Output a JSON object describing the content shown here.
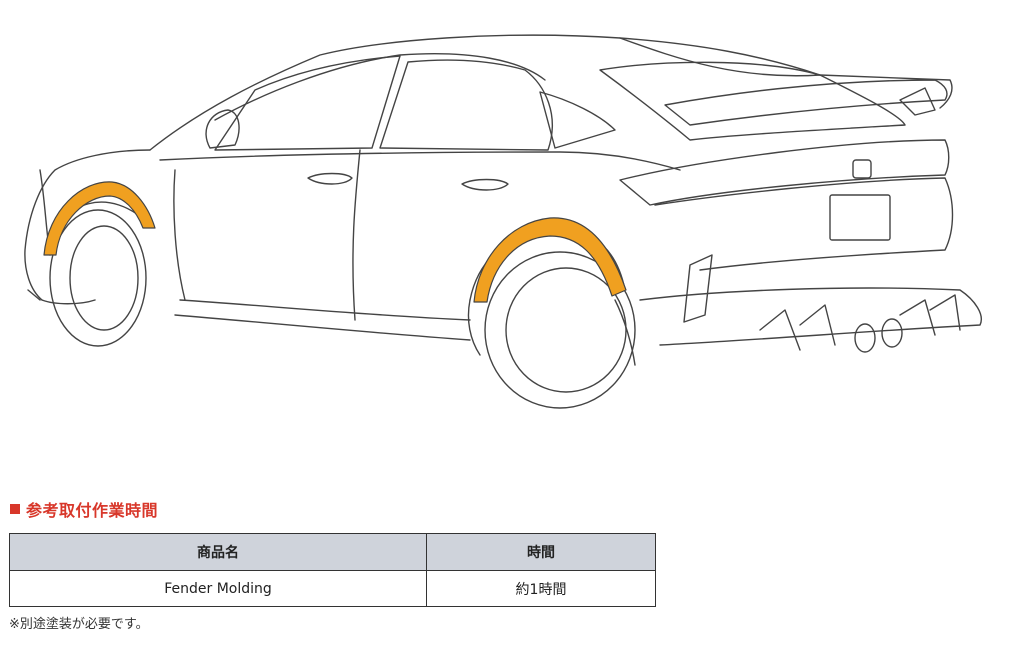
{
  "section": {
    "title": "参考取付作業時間"
  },
  "table": {
    "headers": {
      "name": "商品名",
      "time": "時間"
    },
    "rows": [
      {
        "name": "Fender Molding",
        "time": "約1時間"
      }
    ]
  },
  "footnote": "※別途塗装が必要です。",
  "colors": {
    "accent": "#d8372a",
    "fender_highlight": "#f0a020",
    "header_bg": "#cfd3db"
  },
  "illustration": {
    "subject": "car-rear-three-quarter-line-drawing",
    "highlighted_parts": [
      "front-fender-molding",
      "rear-fender-molding"
    ]
  }
}
